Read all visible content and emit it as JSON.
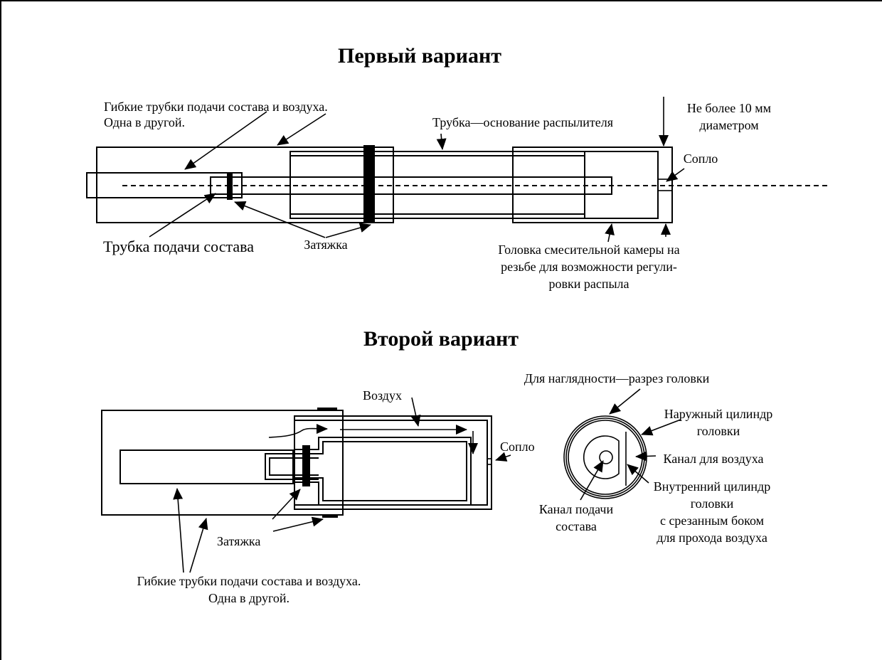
{
  "variant1": {
    "title": "Первый вариант",
    "labels": {
      "flexible_tubes_line1": "Гибкие трубки подачи состава и воздуха.",
      "flexible_tubes_line2": "Одна в другой.",
      "base_tube": "Трубка—основание распылителя",
      "diameter_line1": "Не более 10 мм",
      "diameter_line2": "диаметром",
      "nozzle": "Сопло",
      "feed_tube": "Трубка подачи состава",
      "clamp": "Затяжка",
      "head_line1": "Головка смесительной камеры на",
      "head_line2": "резьбе для возможности регули-",
      "head_line3": "ровки распыла"
    }
  },
  "variant2": {
    "title": "Второй вариант",
    "labels": {
      "air": "Воздух",
      "nozzle": "Сопло",
      "clamp": "Затяжка",
      "flexible_tubes_line1": "Гибкие трубки подачи состава и воздуха.",
      "flexible_tubes_line2": "Одна в другой.",
      "section_title": "Для наглядности—разрез головки",
      "outer_cyl_line1": "Наружный цилиндр",
      "outer_cyl_line2": "головки",
      "air_channel": "Канал для воздуха",
      "inner_cyl_line1": "Внутренний цилиндр",
      "inner_cyl_line2": "головки",
      "inner_cyl_line3": "с срезанным боком",
      "inner_cyl_line4": "для прохода воздуха",
      "feed_channel_line1": "Канал подачи",
      "feed_channel_line2": "состава"
    }
  }
}
